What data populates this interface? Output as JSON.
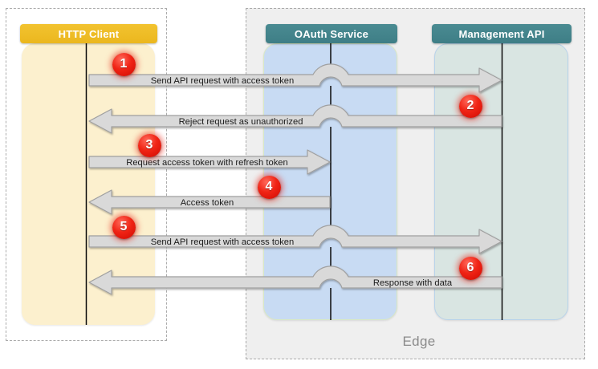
{
  "diagram": {
    "edge_container_label": "Edge",
    "participants": [
      {
        "id": "http-client",
        "label": "HTTP Client",
        "header_color": "#EBB71E",
        "header_color_light": "#F2C330",
        "body_color": "#FCF0CE"
      },
      {
        "id": "oauth-service",
        "label": "OAuth Service",
        "header_color": "#3E7E86",
        "header_color_light": "#4A8B92",
        "body_color": "#C8DBF3"
      },
      {
        "id": "management-api",
        "label": "Management API",
        "header_color": "#3E7E86",
        "header_color_light": "#4A8B92",
        "body_color": "#D9E5E2"
      }
    ],
    "messages": [
      {
        "step": "1",
        "label": "Send API request with access token",
        "from": "HTTP Client",
        "to": "Management API",
        "direction": "right"
      },
      {
        "step": "2",
        "label": "Reject request as unauthorized",
        "from": "Management API",
        "to": "HTTP Client",
        "direction": "left"
      },
      {
        "step": "3",
        "label": "Request access token with refresh token",
        "from": "HTTP Client",
        "to": "OAuth Service",
        "direction": "right"
      },
      {
        "step": "4",
        "label": "Access token",
        "from": "OAuth Service",
        "to": "HTTP Client",
        "direction": "left"
      },
      {
        "step": "5",
        "label": "Send API request with access token",
        "from": "HTTP Client",
        "to": "Management API",
        "direction": "right"
      },
      {
        "step": "6",
        "label": "Response with data",
        "from": "Management API",
        "to": "HTTP Client",
        "direction": "left"
      }
    ],
    "colors": {
      "edge_container_bg": "#EFEFEF",
      "arrow_fill": "#D9D9D9",
      "arrow_stroke": "#A0A0A0",
      "badge_red": "#E3170D",
      "lifeline": "#0A0A0A",
      "label_text": "#1B1B1B",
      "edge_text": "#8A8A8A"
    }
  }
}
